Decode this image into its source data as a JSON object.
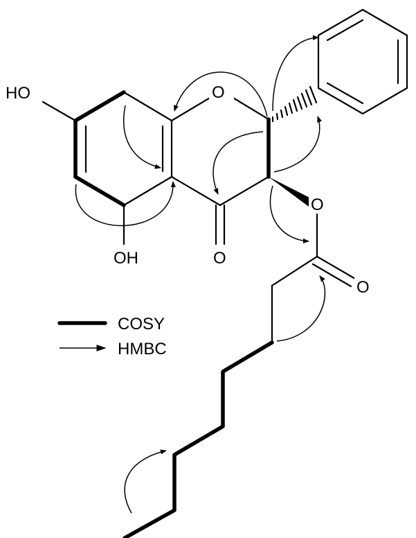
{
  "atoms": {
    "ho_7": "HO",
    "oh_5": "OH",
    "o_ring": "O",
    "o_carbonyl": "O",
    "o_ester": "O",
    "o_ester_carbonyl": "O"
  },
  "legend": {
    "cosy": "COSY",
    "hmbc": "HMBC"
  },
  "style": {
    "line_color": "#000000",
    "background": "#ffffff"
  }
}
